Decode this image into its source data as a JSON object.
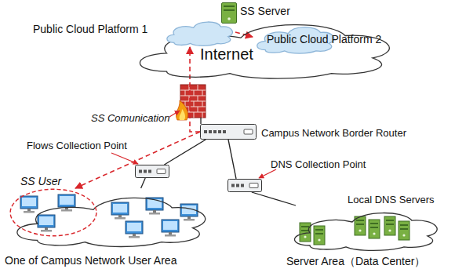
{
  "diagram": {
    "nodes": [
      {
        "text": [
          "SS Server"
        ]
      },
      {
        "text": [
          "Public Cloud Platform 1"
        ]
      },
      {
        "text": [
          "Internet"
        ]
      },
      {
        "text": [
          "Public Cloud Platform 2"
        ]
      },
      {
        "text": [
          "Campus Network Border Router"
        ]
      },
      {
        "text": [
          "Flows Collection Point"
        ]
      },
      {
        "text": [
          "DNS Collection Point"
        ]
      },
      {
        "text": [
          "One of Campus Network User Area"
        ]
      },
      {
        "text": [
          "SS User"
        ],
        "in": 7
      },
      {
        "text": [
          "Local DNS Servers",
          "Server Area（Data Center）"
        ]
      }
    ],
    "edges": [
      {
        "from": 4,
        "to": 1,
        "arrow": "to"
      },
      {
        "from": 1,
        "to": 3,
        "arrow": "to"
      },
      {
        "from": 4,
        "to": 8,
        "arrow": "to"
      },
      {
        "from": 4,
        "to": 5,
        "arrow": "none"
      },
      {
        "from": 4,
        "to": 6,
        "arrow": "none"
      },
      {
        "from": 5,
        "to": 7,
        "arrow": "none"
      },
      {
        "from": 6,
        "to": 9,
        "arrow": "none"
      }
    ],
    "labels": [
      "SS Comunication"
    ]
  }
}
